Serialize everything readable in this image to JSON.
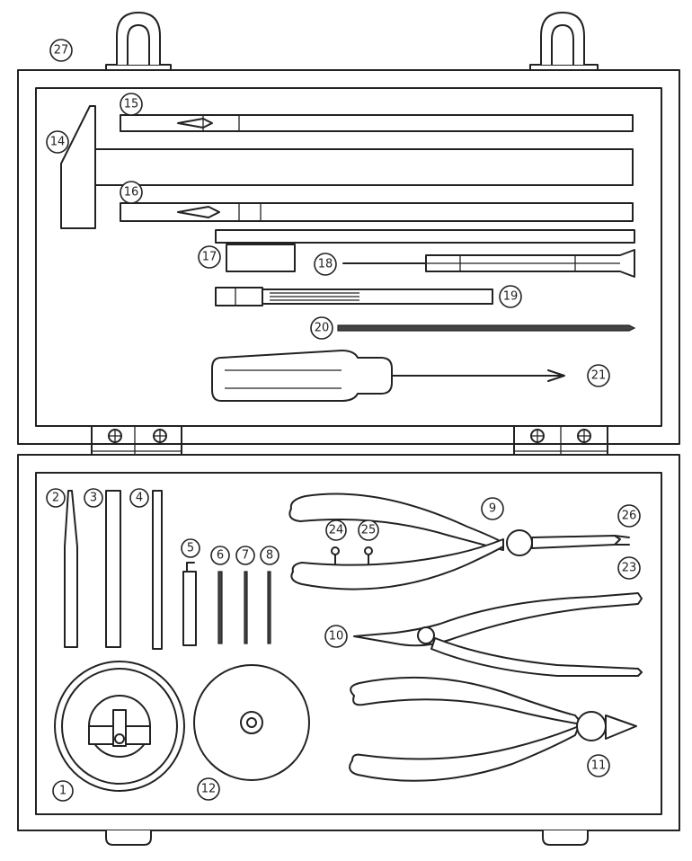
{
  "diagram": {
    "line_color": "#222222",
    "background": "#ffffff",
    "callouts": [
      {
        "id": "27",
        "label": "27"
      },
      {
        "id": "15",
        "label": "15"
      },
      {
        "id": "14",
        "label": "14"
      },
      {
        "id": "16",
        "label": "16"
      },
      {
        "id": "17",
        "label": "17"
      },
      {
        "id": "18",
        "label": "18"
      },
      {
        "id": "19",
        "label": "19"
      },
      {
        "id": "20",
        "label": "20"
      },
      {
        "id": "21",
        "label": "21"
      },
      {
        "id": "2",
        "label": "2"
      },
      {
        "id": "3",
        "label": "3"
      },
      {
        "id": "4",
        "label": "4"
      },
      {
        "id": "5",
        "label": "5"
      },
      {
        "id": "6",
        "label": "6"
      },
      {
        "id": "7",
        "label": "7"
      },
      {
        "id": "8",
        "label": "8"
      },
      {
        "id": "24",
        "label": "24"
      },
      {
        "id": "25",
        "label": "25"
      },
      {
        "id": "9",
        "label": "9"
      },
      {
        "id": "26",
        "label": "26"
      },
      {
        "id": "23",
        "label": "23"
      },
      {
        "id": "10",
        "label": "10"
      },
      {
        "id": "1",
        "label": "1"
      },
      {
        "id": "12",
        "label": "12"
      },
      {
        "id": "11",
        "label": "11"
      }
    ]
  }
}
